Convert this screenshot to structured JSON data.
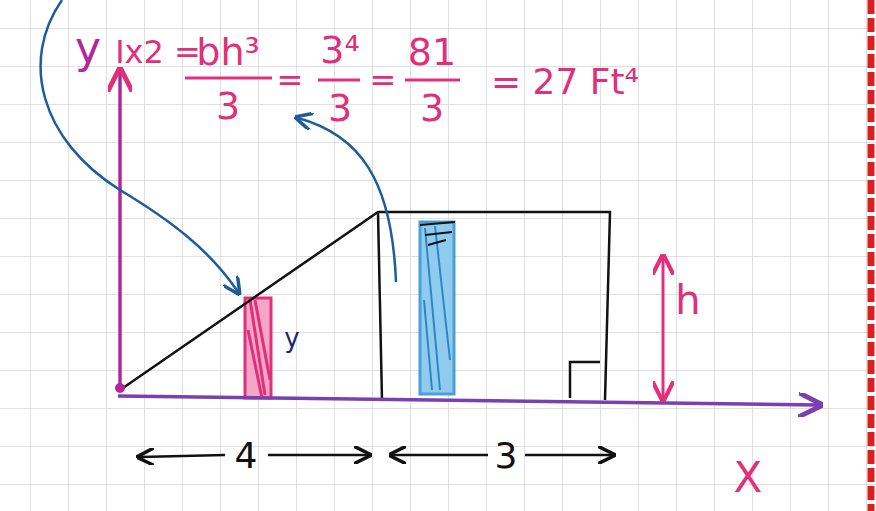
{
  "diagram": {
    "labels": [
      "y",
      "Ix2 =",
      "bh³",
      "3",
      "=",
      "3⁴",
      "3",
      "=",
      "81",
      "3",
      "= 27 Ft⁴",
      "y",
      "h",
      "4",
      "3",
      "X"
    ]
  }
}
